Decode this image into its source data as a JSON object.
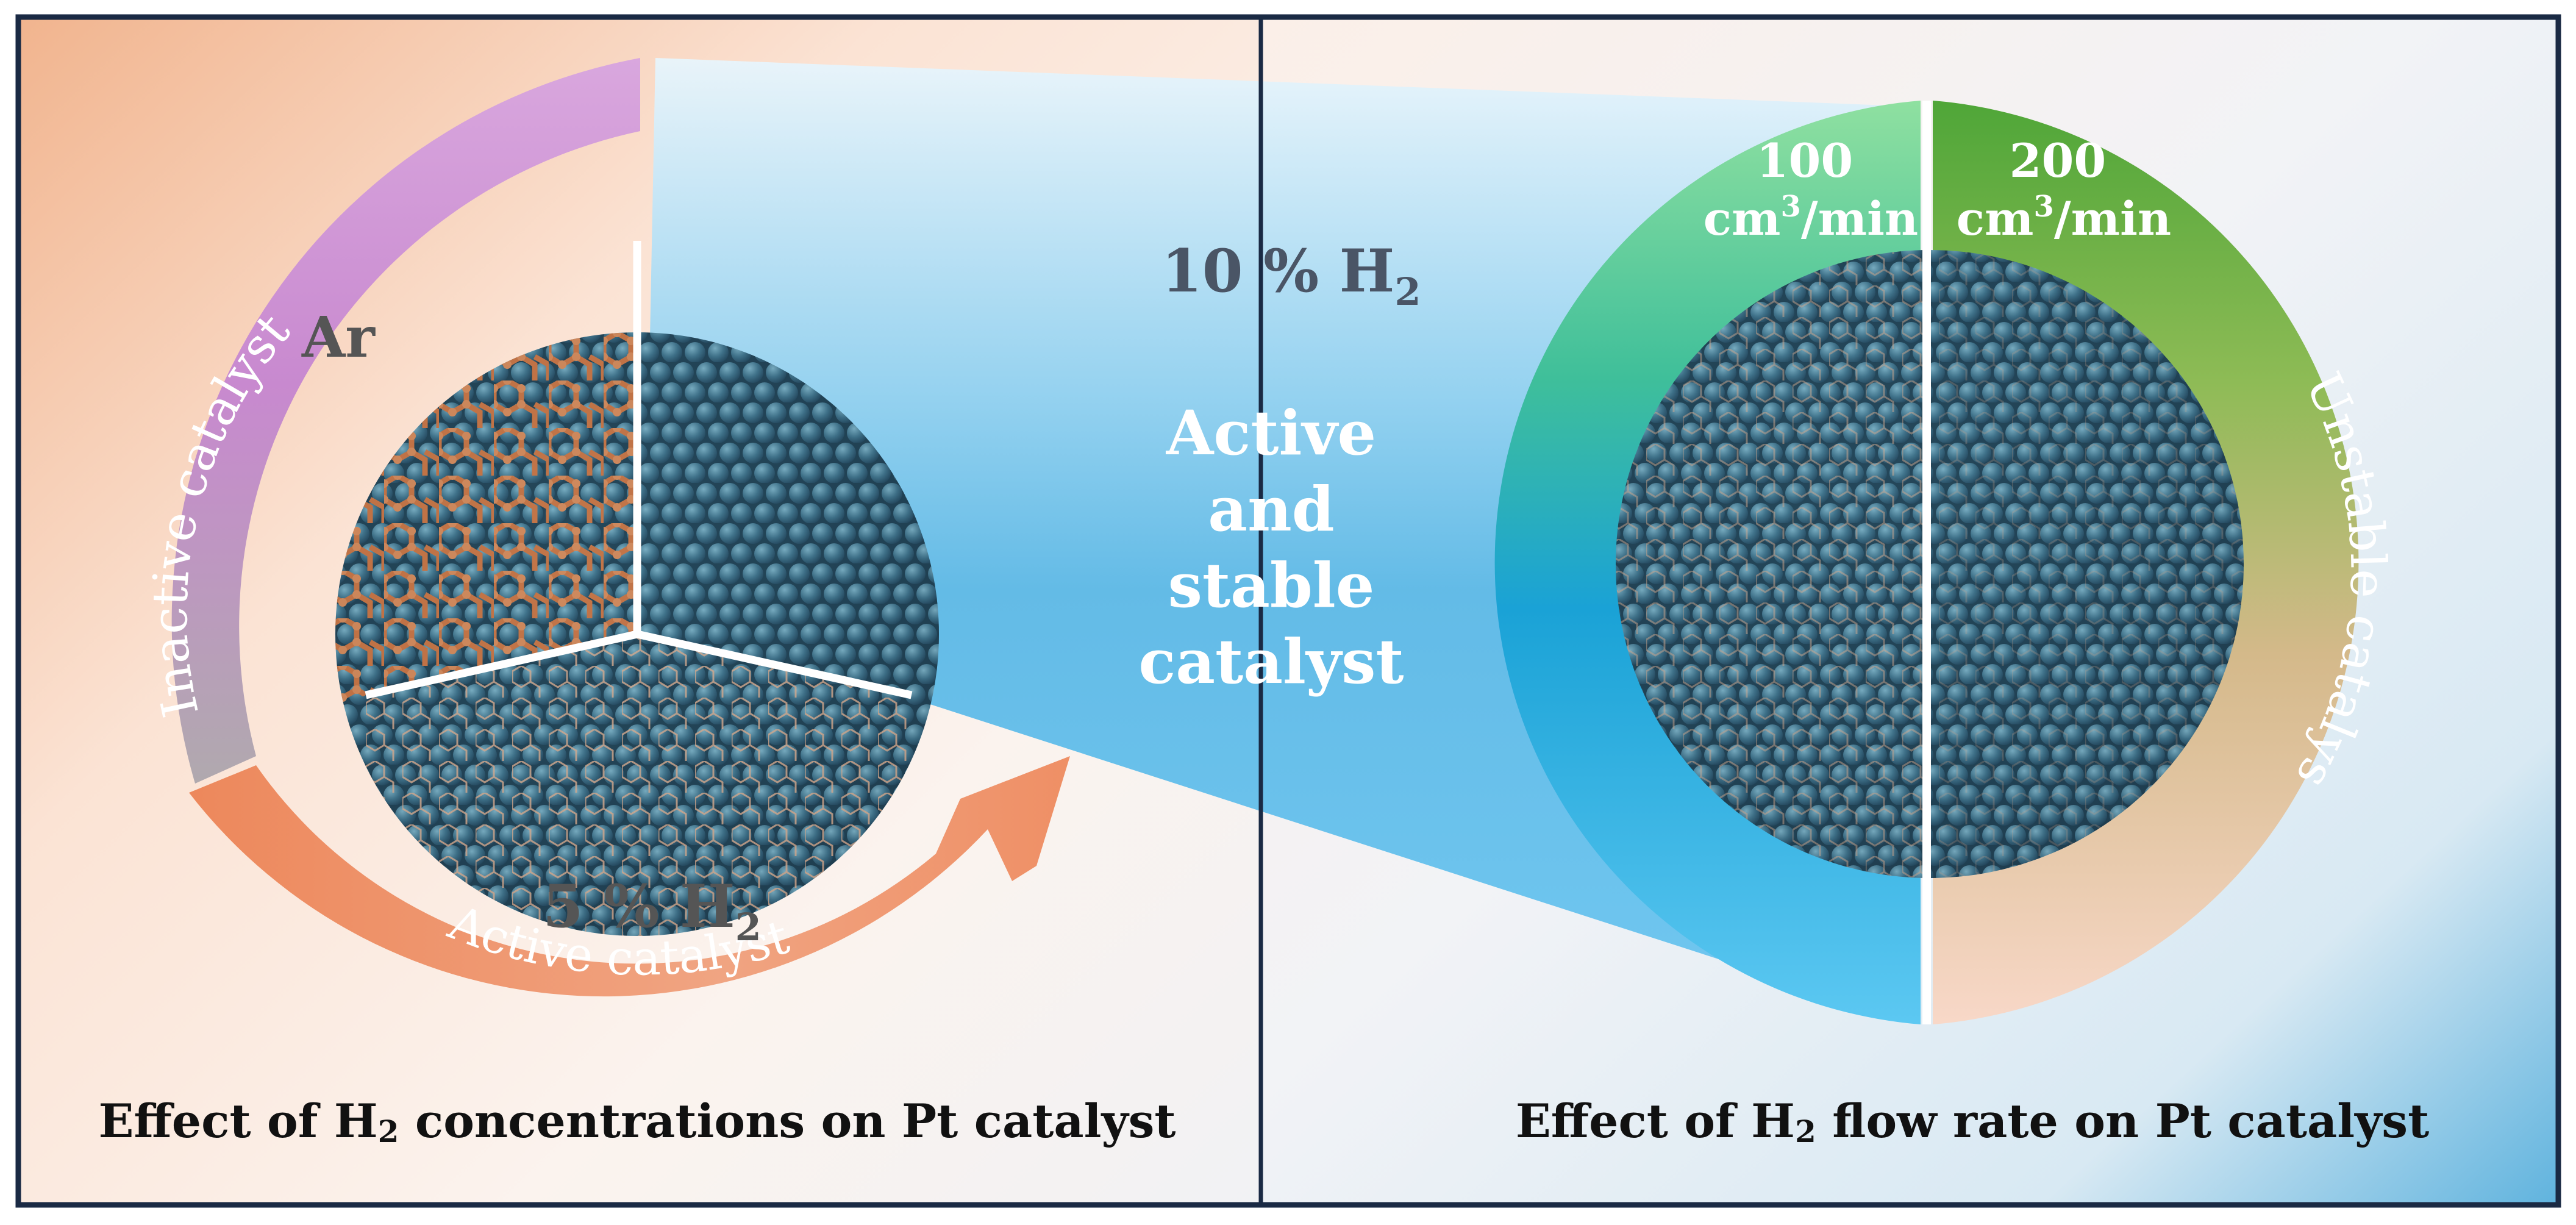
{
  "left_panel": {
    "caption_before": "Effect of H",
    "caption_sub": "2",
    "caption_after": " concentrations on Pt catalyst",
    "label_ar": "Ar",
    "label_5h2_main": "5 % H",
    "label_5h2_sub": "2",
    "arc_inactive": "Inactive catalyst",
    "arc_active": "Active catalyst"
  },
  "middle": {
    "label_10h2_main": "10 % H",
    "label_10h2_sub": "2",
    "status_line1": "Active",
    "status_line2": "and",
    "status_line3": "stable",
    "status_line4": "catalyst"
  },
  "right_panel": {
    "caption_before": "Effect of H",
    "caption_sub": "2",
    "caption_after": " flow rate on Pt catalyst",
    "flow_low_value": "100",
    "flow_low_unit_pre": "cm",
    "flow_low_unit_sup": "3",
    "flow_low_unit_post": "/min",
    "flow_high_value": "200",
    "flow_high_unit_pre": "cm",
    "flow_high_unit_sup": "3",
    "flow_high_unit_post": "/min",
    "arc_unstable": "Unstable catalyst"
  },
  "colors": {
    "border": "#1a2a44",
    "pt_atom": "#3e6e84",
    "graphene": "#d2733d",
    "active_arc": "#ee8a5e",
    "inactive_arc": "#c99ad4",
    "stable_green": "#58c98a",
    "unstable_green": "#4ba43a",
    "blue_beam": "#45b4e6"
  }
}
